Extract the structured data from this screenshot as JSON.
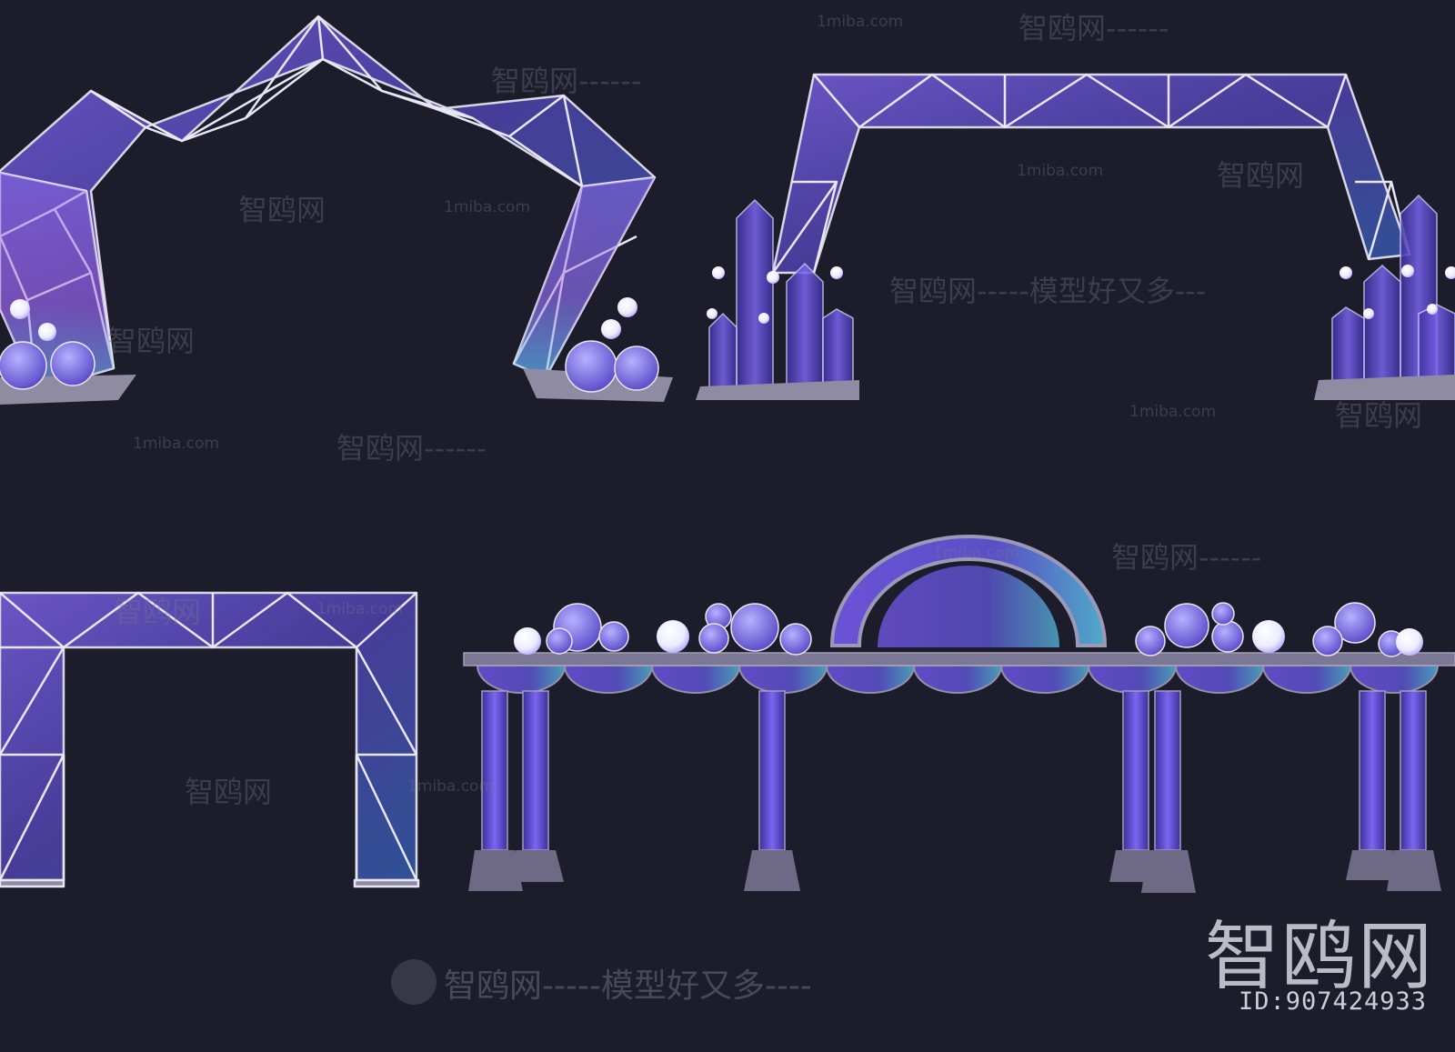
{
  "watermarks": {
    "site": "1miba.com",
    "brand": "智鸥网",
    "slogan": "智鸥网-----模型好又多----",
    "dash_line": "-----",
    "brand_dash": "智鸥网------",
    "mid_slogan": "智鸥网-----模型好又多---"
  },
  "brand_mark": {
    "name": "智鸥网",
    "id": "ID:907424933"
  },
  "colors": {
    "background": "#1d1c2a",
    "frame_purple": "#6b56d8",
    "frame_cyan": "#5fd3e6",
    "strut": "#e9e6f5",
    "glow_ball": "#ffffff"
  },
  "icons": [
    "bird-logo-icon"
  ]
}
